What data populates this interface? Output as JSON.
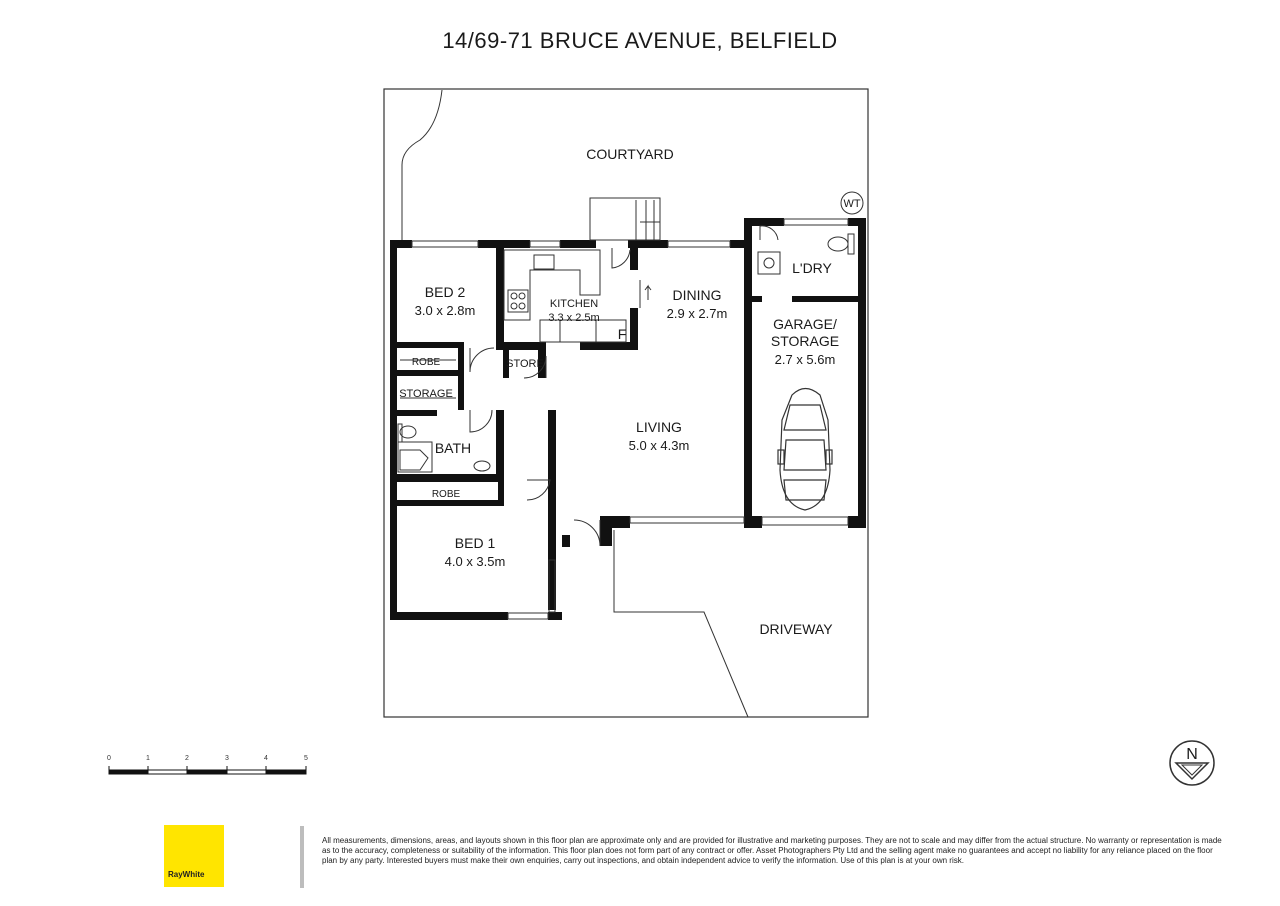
{
  "title": "14/69-71 BRUCE AVENUE, BELFIELD",
  "rooms": {
    "courtyard": "COURTYARD",
    "bed2": {
      "name": "BED 2",
      "dim": "3.0 x 2.8m"
    },
    "kitchen": {
      "name": "KITCHEN",
      "dim": "3.3 x 2.5m",
      "fridge": "F"
    },
    "dining": {
      "name": "DINING",
      "dim": "2.9 x 2.7m"
    },
    "laundry": "L'DRY",
    "water_tank": "WT",
    "garage": {
      "name_line1": "GARAGE/",
      "name_line2": "STORAGE",
      "dim": "2.7 x 5.6m"
    },
    "robe_top": "ROBE",
    "store": "STORE",
    "storage": "STORAGE",
    "bath": "BATH",
    "living": {
      "name": "LIVING",
      "dim": "5.0 x 4.3m"
    },
    "robe_bottom": "ROBE",
    "bed1": {
      "name": "BED 1",
      "dim": "4.0 x 3.5m"
    },
    "driveway": "DRIVEWAY"
  },
  "scale": {
    "ticks": [
      "0",
      "1",
      "2",
      "3",
      "4",
      "5"
    ]
  },
  "compass": {
    "label": "N"
  },
  "brand": {
    "name": "RayWhite",
    "color": "#ffe500"
  },
  "disclaimer": "All measurements, dimensions, areas, and layouts shown in this floor plan are approximate only and are provided for illustrative and marketing purposes. They are not to scale and may differ from the actual structure. No warranty or representation is made as to the accuracy, completeness or suitability of the information. This floor plan does not form part of any contract or offer. Asset Photographers Pty Ltd and the selling agent make no guarantees and accept no liability for any reliance placed on the floor plan by any party. Interested buyers must make their own enquiries, carry out inspections, and obtain independent advice to verify the information. Use of this plan is at your own risk."
}
